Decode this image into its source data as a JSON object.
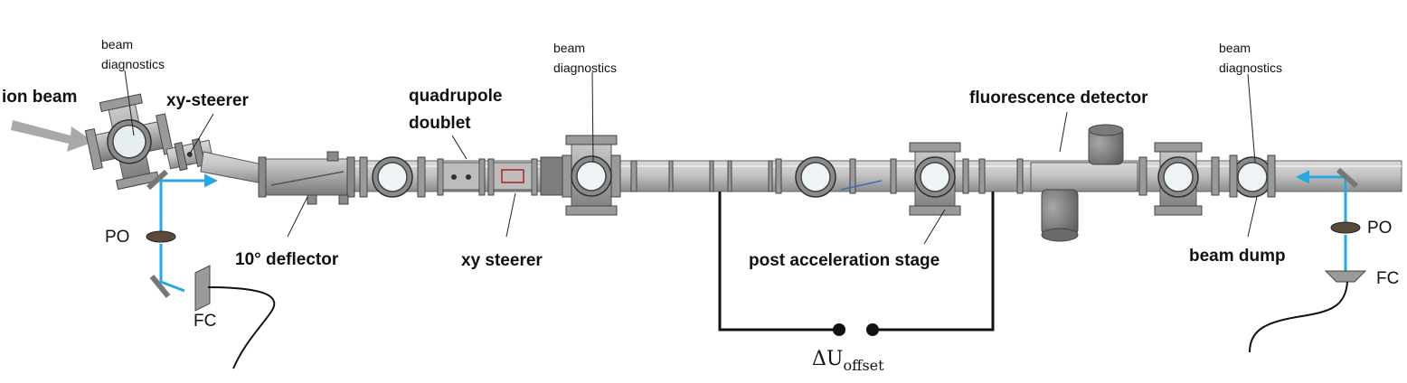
{
  "colors": {
    "laser": "#29a8e0",
    "pipe": "#b4b4b4",
    "pipe_dark": "#6f6f6f",
    "flange": "#9a9a9a",
    "arrow": "#a9a9a9",
    "optic": "#5a4a3a"
  },
  "labels": {
    "ion_beam": "ion beam",
    "beam_diag_left_1": "beam",
    "beam_diag_left_2": "diagnostics",
    "xy_steerer_top": "xy-steerer",
    "quadrupole_1": "quadrupole",
    "quadrupole_2": "doublet",
    "beam_diag_mid_1": "beam",
    "beam_diag_mid_2": "diagnostics",
    "fluorescence_detector": "fluorescence detector",
    "beam_diag_right_1": "beam",
    "beam_diag_right_2": "diagnostics",
    "deflector": "10° deflector",
    "xy_steerer_bottom": "xy steerer",
    "post_acceleration": "post acceleration stage",
    "beam_dump": "beam dump",
    "po_left": "PO",
    "fc_left": "FC",
    "po_right": "PO",
    "fc_right": "FC",
    "delta_u": "ΔU",
    "delta_u_sub": "offset"
  },
  "icons": {
    "ion_beam_arrow": "arrow-right-icon",
    "laser_arrow": "arrow-icon",
    "optical_fiber": "fiber-icon"
  }
}
